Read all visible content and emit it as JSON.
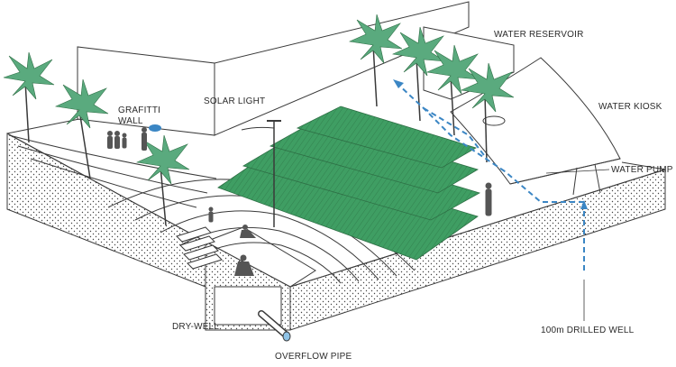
{
  "labels": {
    "grafitti_wall": "GRAFITTI\nWALL",
    "solar_light": "SOLAR LIGHT",
    "water_reservoir": "WATER RESERVOIR",
    "water_kiosk": "WATER KIOSK",
    "water_pump": "WATER PUMP",
    "dry_well": "DRY-WELL",
    "drilled_well": "100m  DRILLED WELL",
    "overflow_pipe": "OVERFLOW PIPE"
  },
  "colors": {
    "canopy": "#3f9e63",
    "palm": "#5aaa7e",
    "water_flow": "#3b86c4",
    "line": "#3a3a3a",
    "figure": "#555555"
  }
}
